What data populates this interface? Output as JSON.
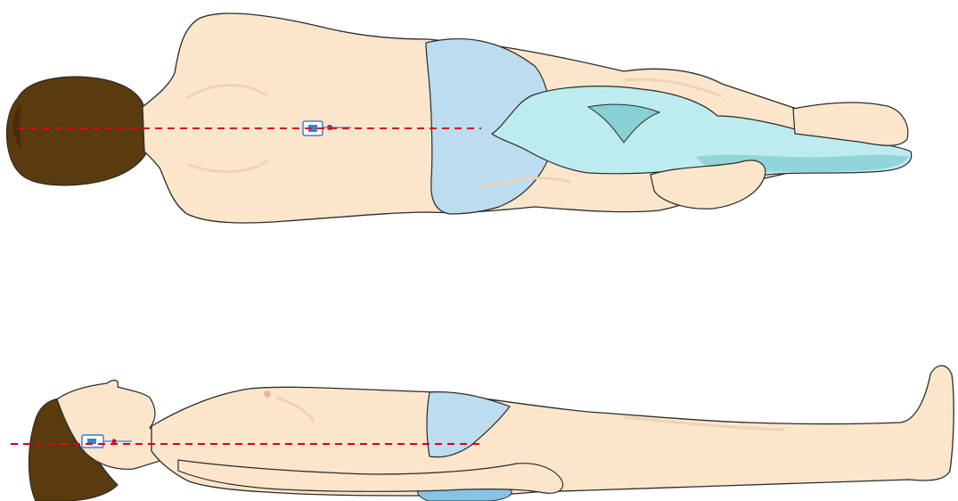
{
  "colors": {
    "skin": "#fbe6cc",
    "skin_shadow": "#ecd3b3",
    "skin_line": "#2b2b2b",
    "hair": "#5a3b0e",
    "hair_dark": "#3d2606",
    "briefs": "#bcdcf0",
    "towel": "#bdecf0",
    "towel_shadow": "#86d0d6",
    "guide_line": "#e0001b",
    "device_blue": "#3b7fd6",
    "device_red": "#c8102e",
    "background": "#ffffff"
  },
  "figures": [
    {
      "view": "prone",
      "guide": "dashed-midline"
    },
    {
      "view": "supine-side",
      "guide": "dashed-midline"
    }
  ]
}
